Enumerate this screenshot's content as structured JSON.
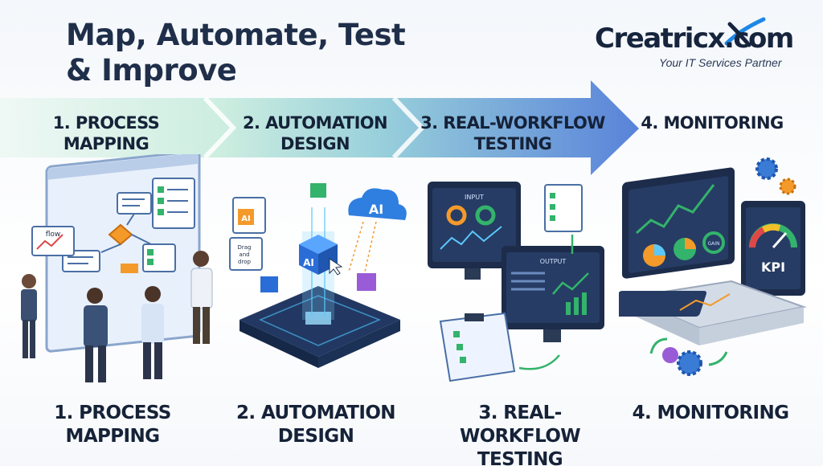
{
  "header": {
    "title_line1": "Map, Automate, Test",
    "title_line2": "& Improve"
  },
  "brand": {
    "name": "Creatricx.com",
    "tagline": "Your IT Services Partner",
    "accent_color": "#1e88e5"
  },
  "steps": [
    {
      "top_line1": "1. PROCESS",
      "top_line2": "MAPPING",
      "bottom_line1": "1. PROCESS",
      "bottom_line2": "MAPPING",
      "icon": "process-mapping-board-icon"
    },
    {
      "top_line1": "2. AUTOMATION",
      "top_line2": "DESIGN",
      "bottom_line1": "2. AUTOMATION",
      "bottom_line2": "DESIGN",
      "icon": "ai-automation-cube-icon"
    },
    {
      "top_line1": "3. REAL-WORKFLOW",
      "top_line2": "TESTING",
      "bottom_line1": "3. REAL-WORKFLOW",
      "bottom_line2": "TESTING",
      "icon": "testing-monitors-icon"
    },
    {
      "top_line1": "4. MONITORING",
      "top_line2": "",
      "bottom_line1": "4. MONITORING",
      "bottom_line2": "",
      "icon": "kpi-dashboard-icon"
    }
  ],
  "illustration_text": {
    "flow": "flow",
    "ai_small": "AI",
    "ai_cube": "AI",
    "ai_cloud": "AI",
    "drag_drop_1": "Drag",
    "drag_drop_2": "and",
    "drag_drop_3": "drop",
    "input": "INPUT",
    "output": "OUTPUT",
    "gain": "GAIN",
    "kpi": "KPI"
  },
  "colors": {
    "title": "#1f2f4a",
    "banner_start": "#d9f3ea",
    "banner_end": "#4f7fd8",
    "screen_dark": "#1c2c4a",
    "accent_orange": "#f39a2b",
    "accent_green": "#33b36b"
  }
}
